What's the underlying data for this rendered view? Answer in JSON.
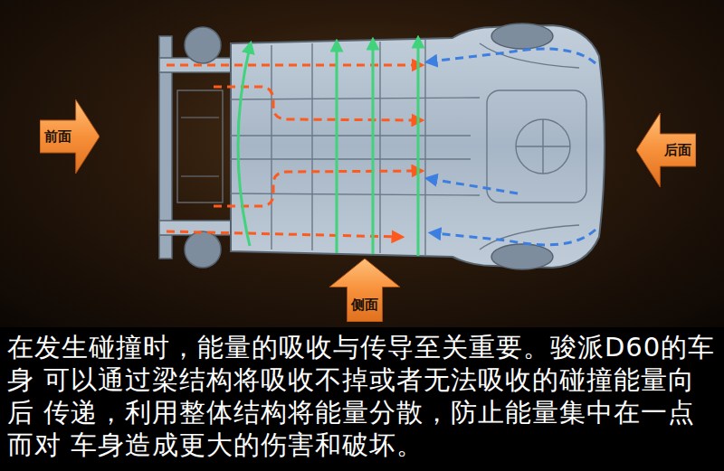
{
  "diagram": {
    "caption": "在发生碰撞时，能量的吸收与传导至关重要。骏派D60的车身 可以通过梁结构将吸收不掉或者无法吸收的碰撞能量向后 传递，利用整体结构将能量分散，防止能量集中在一点而对 车身造成更大的伤害和破坏。",
    "nodes": [
      {
        "text": [
          "前面"
        ]
      },
      {
        "text": [
          "后面"
        ]
      },
      {
        "text": [
          "侧面"
        ]
      }
    ]
  }
}
